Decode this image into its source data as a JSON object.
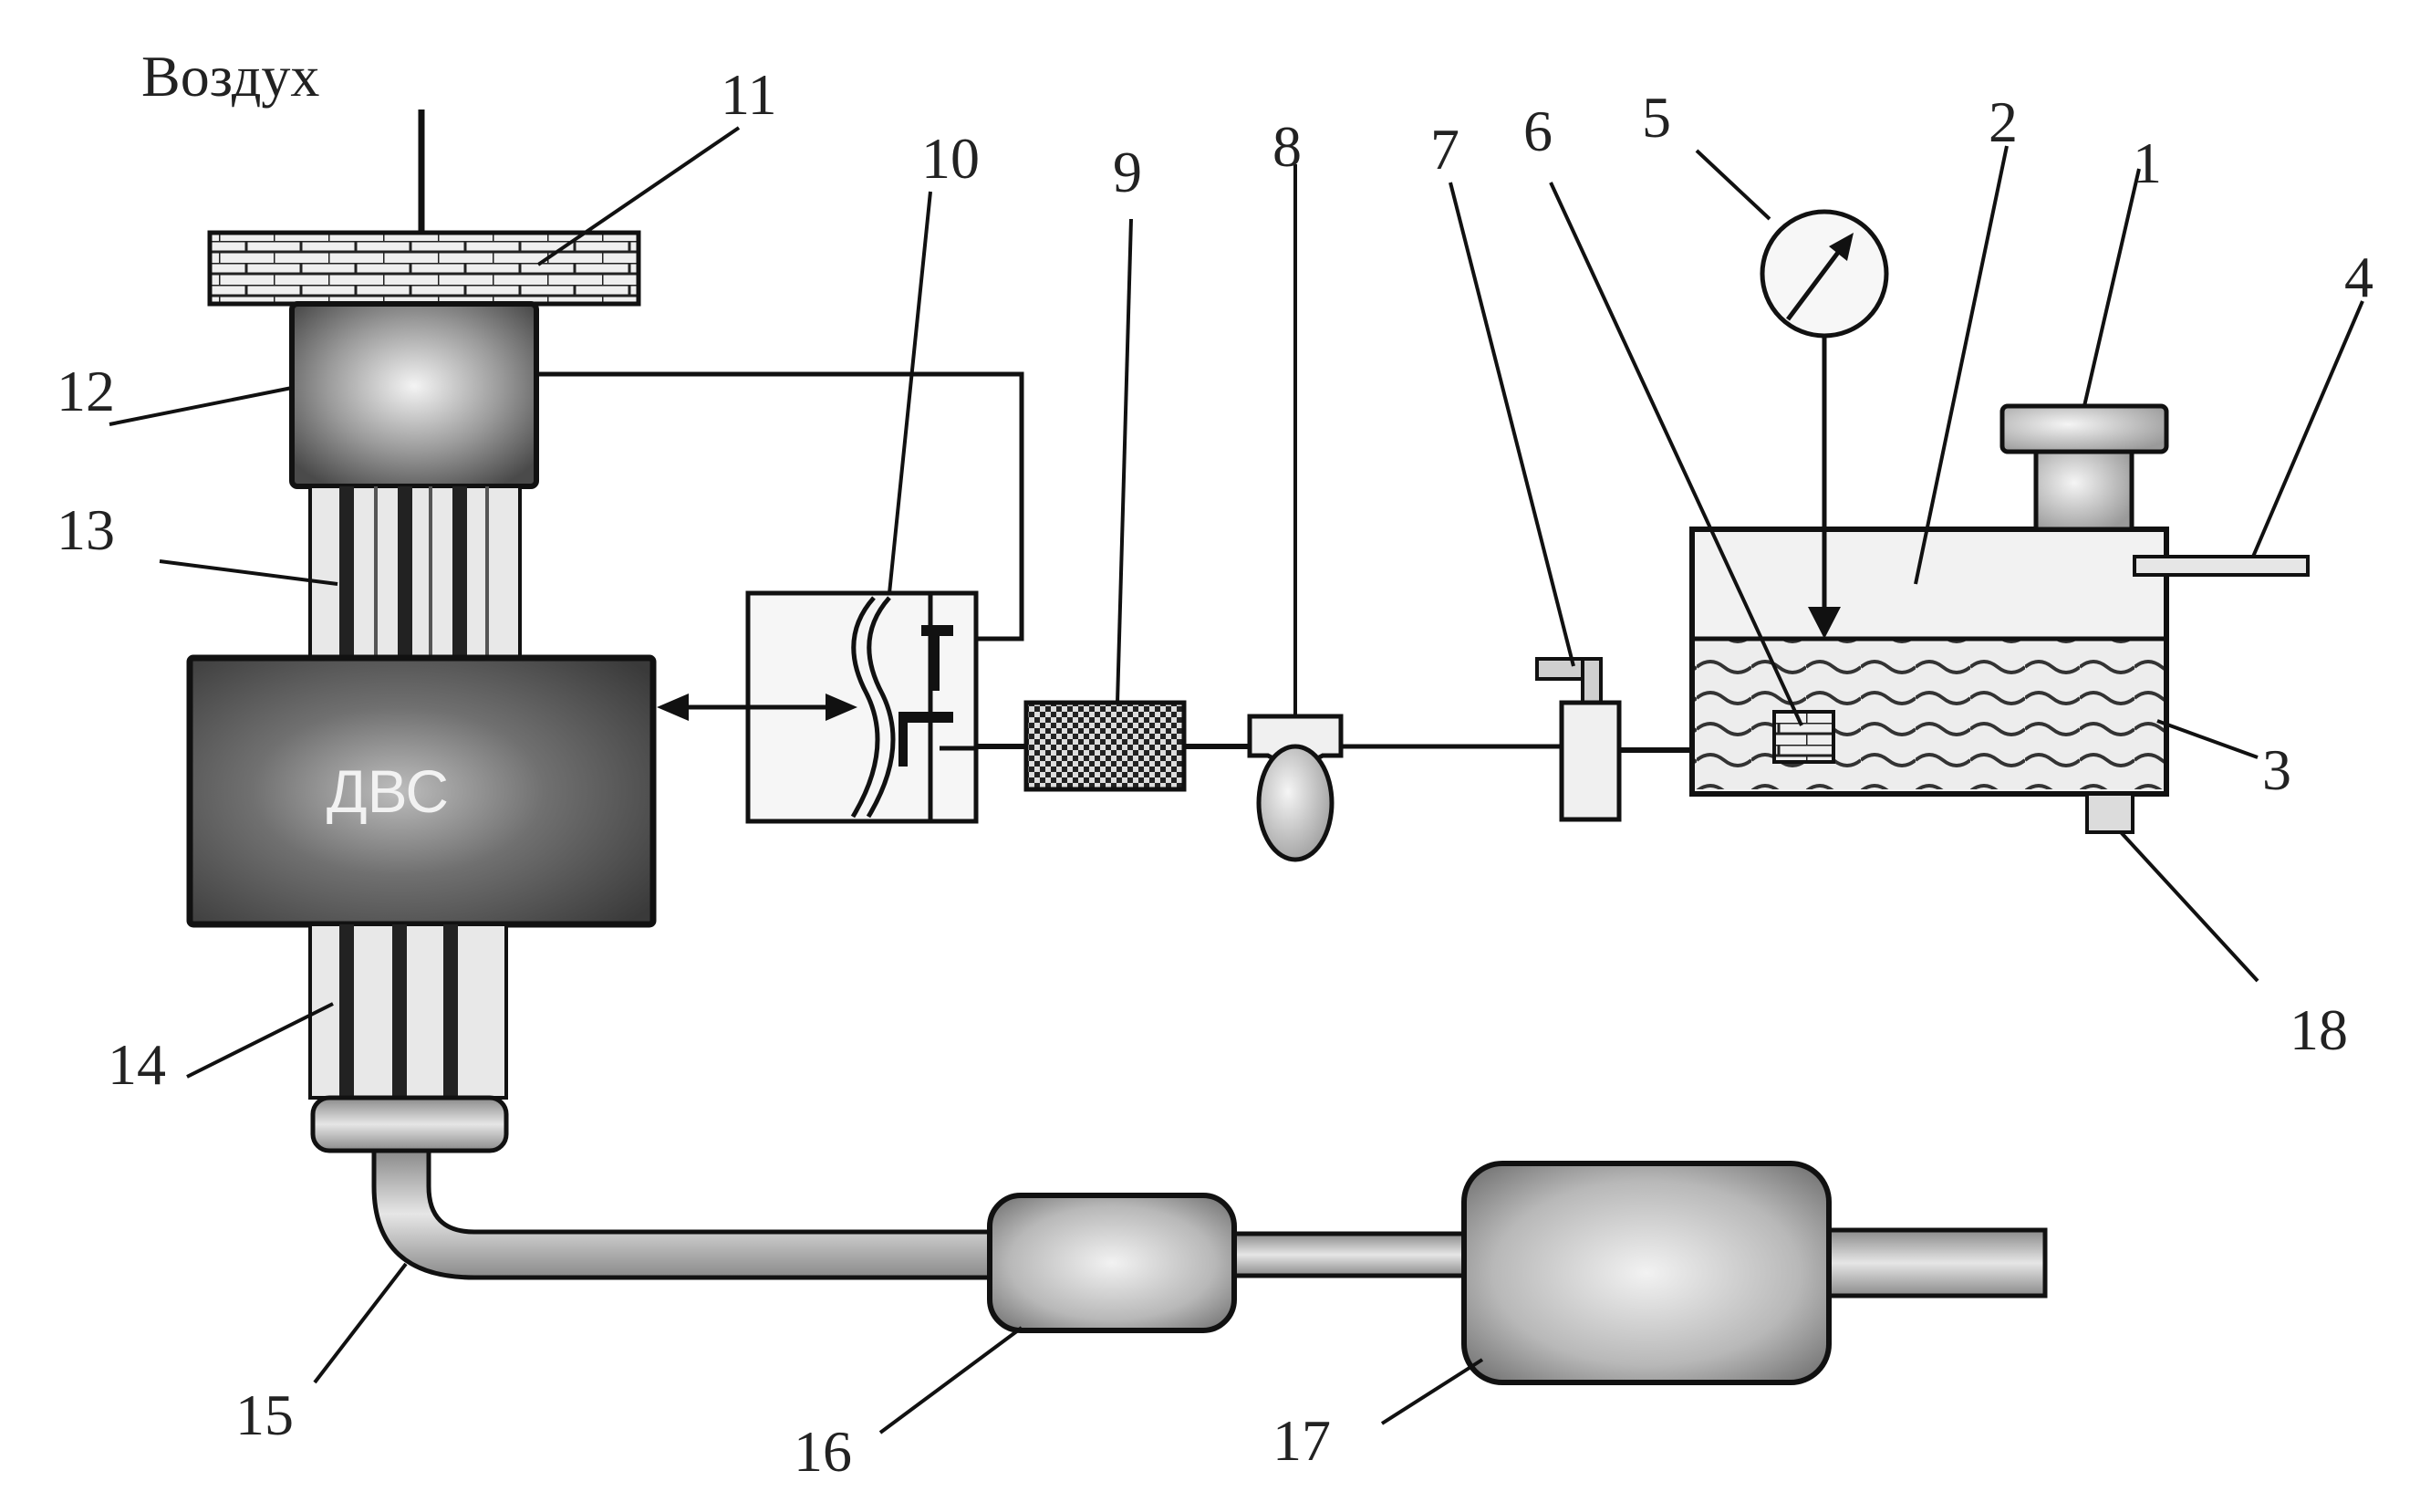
{
  "diagram": {
    "air_label": "Воздух",
    "engine_label": "ДВС",
    "callouts": {
      "n1": "1",
      "n2": "2",
      "n3": "3",
      "n4": "4",
      "n5": "5",
      "n6": "6",
      "n7": "7",
      "n8": "8",
      "n9": "9",
      "n10": "10",
      "n11": "11",
      "n12": "12",
      "n13": "13",
      "n14": "14",
      "n15": "15",
      "n16": "16",
      "n17": "17",
      "n18": "18"
    }
  }
}
